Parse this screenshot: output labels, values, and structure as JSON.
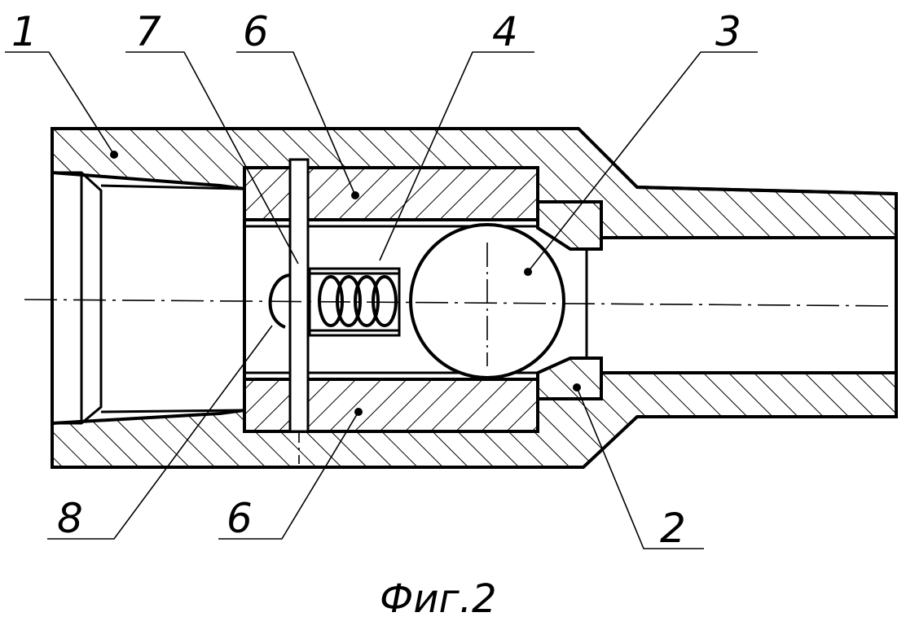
{
  "labels": {
    "l1": "1",
    "l2": "2",
    "l3": "3",
    "l4": "4",
    "l6_top": "6",
    "l6_bottom": "6",
    "l7": "7",
    "l8": "8"
  },
  "caption": "Фиг.2",
  "colors": {
    "ink": "#000000",
    "paper": "#ffffff"
  }
}
